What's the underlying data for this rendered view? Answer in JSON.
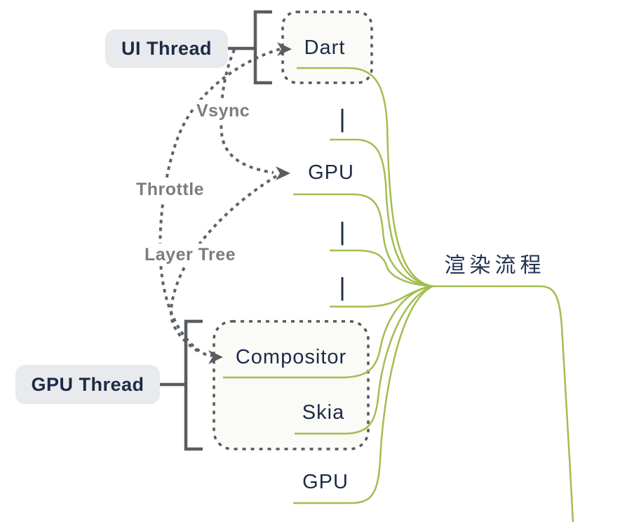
{
  "diagram": {
    "root": {
      "label": "渲染流程"
    },
    "children": [
      {
        "label": "Dart"
      },
      {
        "label": "|"
      },
      {
        "label": "GPU"
      },
      {
        "label": "|"
      },
      {
        "label": "|"
      },
      {
        "label": "Compositor"
      },
      {
        "label": "Skia"
      },
      {
        "label": "GPU"
      }
    ],
    "summaries": [
      {
        "label": "UI Thread"
      },
      {
        "label": "GPU Thread"
      }
    ],
    "relationships": [
      {
        "label": "Vsync"
      },
      {
        "label": "Throttle"
      },
      {
        "label": "Layer Tree"
      }
    ],
    "colors": {
      "background": "#ffffff",
      "branch_green": "#a3bd4f",
      "relationship_gray": "#5f6367",
      "bracket_gray": "#595d61",
      "boundary_stroke": "#55595d",
      "boundary_fill": "#fafaf6",
      "node_text_navy": "#1e2b48",
      "summary_chip_bg": "#e9eaed",
      "relationship_label_gray": "#797d80"
    }
  }
}
